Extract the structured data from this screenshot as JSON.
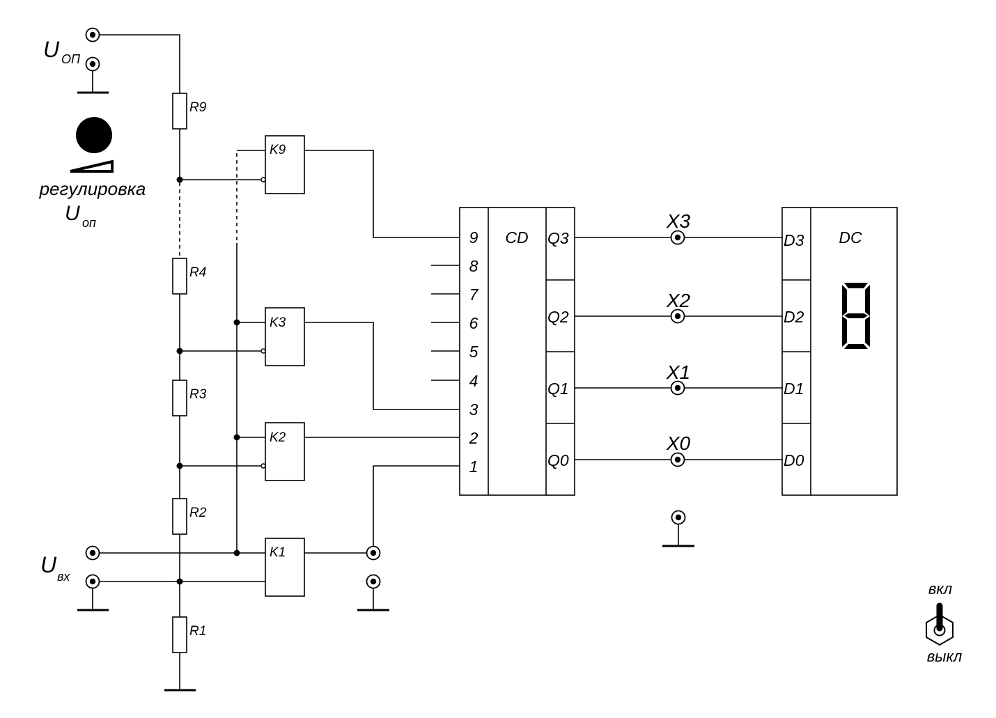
{
  "labels": {
    "uop_main": "U",
    "uop_sub": "ОП",
    "adjust_line1": "регулировка",
    "adjust_main": "U",
    "adjust_sub": "оп",
    "uvx_main": "U",
    "uvx_sub": "вх",
    "switch_on": "вкл",
    "switch_off": "выкл"
  },
  "resistors": [
    "R9",
    "R4",
    "R3",
    "R2",
    "R1"
  ],
  "comparators": [
    "K9",
    "K3",
    "K2",
    "K1"
  ],
  "coder": {
    "title": "CD",
    "inputs": [
      "9",
      "8",
      "7",
      "6",
      "5",
      "4",
      "3",
      "2",
      "1"
    ],
    "outputs": [
      "Q3",
      "Q2",
      "Q1",
      "Q0"
    ]
  },
  "test_points": [
    "X3",
    "X2",
    "X1",
    "X0"
  ],
  "decoder": {
    "title": "DC",
    "inputs": [
      "D3",
      "D2",
      "D1",
      "D0"
    ],
    "display_digit": "8"
  }
}
